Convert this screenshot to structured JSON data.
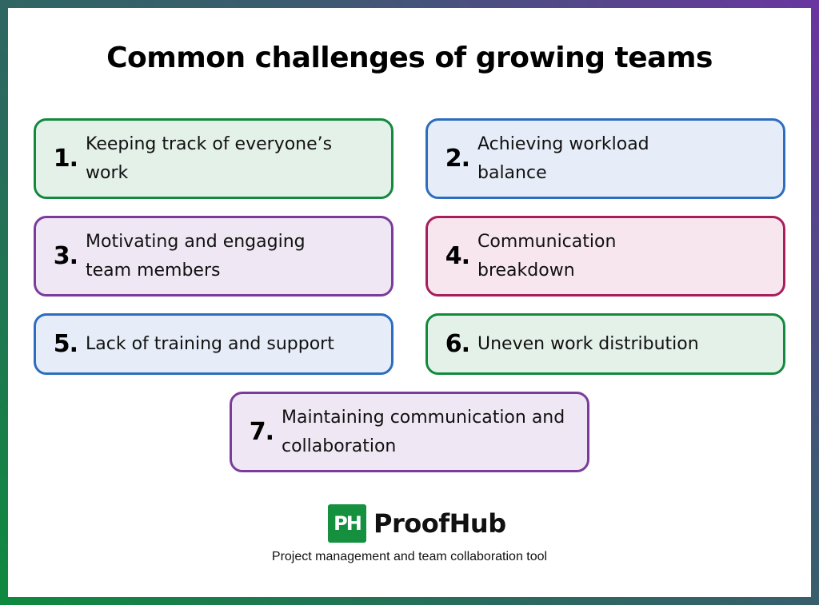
{
  "title": "Common challenges of growing teams",
  "items": [
    {
      "num": "1.",
      "text": "Keeping track of everyone’s work",
      "color": "green",
      "border": "#13893e",
      "fill": "#e4f1e9"
    },
    {
      "num": "2.",
      "text": "Achieving workload balance",
      "color": "blue",
      "border": "#2c6dbf",
      "fill": "#e6edf8"
    },
    {
      "num": "3.",
      "text": "Motivating and engaging team members",
      "color": "purple",
      "border": "#7a3c9c",
      "fill": "#efe8f4"
    },
    {
      "num": "4.",
      "text": "Communication breakdown",
      "color": "pink",
      "border": "#a81e5b",
      "fill": "#f7e6ee"
    },
    {
      "num": "5.",
      "text": "Lack of training and support",
      "color": "blue",
      "border": "#2c6dbf",
      "fill": "#e6edf8"
    },
    {
      "num": "6.",
      "text": "Uneven work distribution",
      "color": "green",
      "border": "#13893e",
      "fill": "#e4f1e9"
    },
    {
      "num": "7.",
      "text": "Maintaining communication and collaboration",
      "color": "purple",
      "border": "#7a3c9c",
      "fill": "#efe8f4"
    }
  ],
  "brand": {
    "mark": "PH",
    "name": "ProofHub",
    "tagline": "Project management and team collaboration tool",
    "color": "#14903f"
  }
}
